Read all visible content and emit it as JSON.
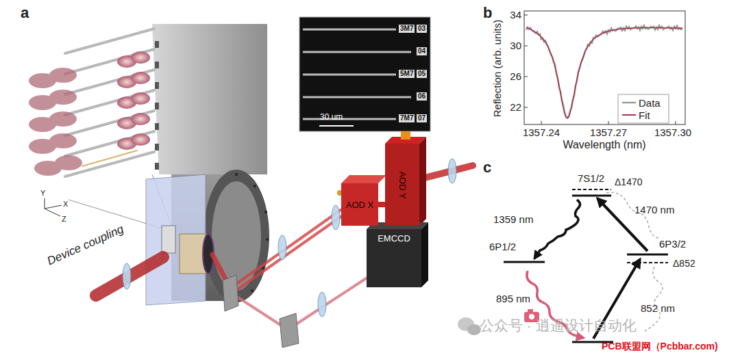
{
  "diagram": {
    "nodes": [
      {
        "text": [
          "AOD X"
        ]
      },
      {
        "text": [
          "AOD Y"
        ]
      },
      {
        "text": [
          "EMCCD"
        ]
      }
    ],
    "edges": [
      {
        "from": 1,
        "to": 0,
        "arrow": "none"
      }
    ],
    "labels": [
      "a",
      "Device coupling",
      "Y",
      "X",
      "Z",
      "30 um",
      "3M7",
      "03",
      "04",
      "5M7",
      "05",
      "06",
      "7M7",
      "07",
      "b",
      "34",
      "30",
      "26",
      "22",
      "1357.24",
      "1357.27",
      "1357.30",
      "Reflection (arb. units)",
      "Wavelength (nm)",
      "c",
      "7S1/2",
      "Δ1470",
      "1359 nm",
      "1470 nm",
      "6P1/2",
      "6P3/2",
      "Δ852",
      "895 nm",
      "852 nm",
      "公众号 · 逍遥设计自动化",
      "PCB联盟网（Pcbbar.com)"
    ],
    "legend": [
      {
        "text": "Data"
      },
      {
        "text": "Fit"
      }
    ]
  }
}
